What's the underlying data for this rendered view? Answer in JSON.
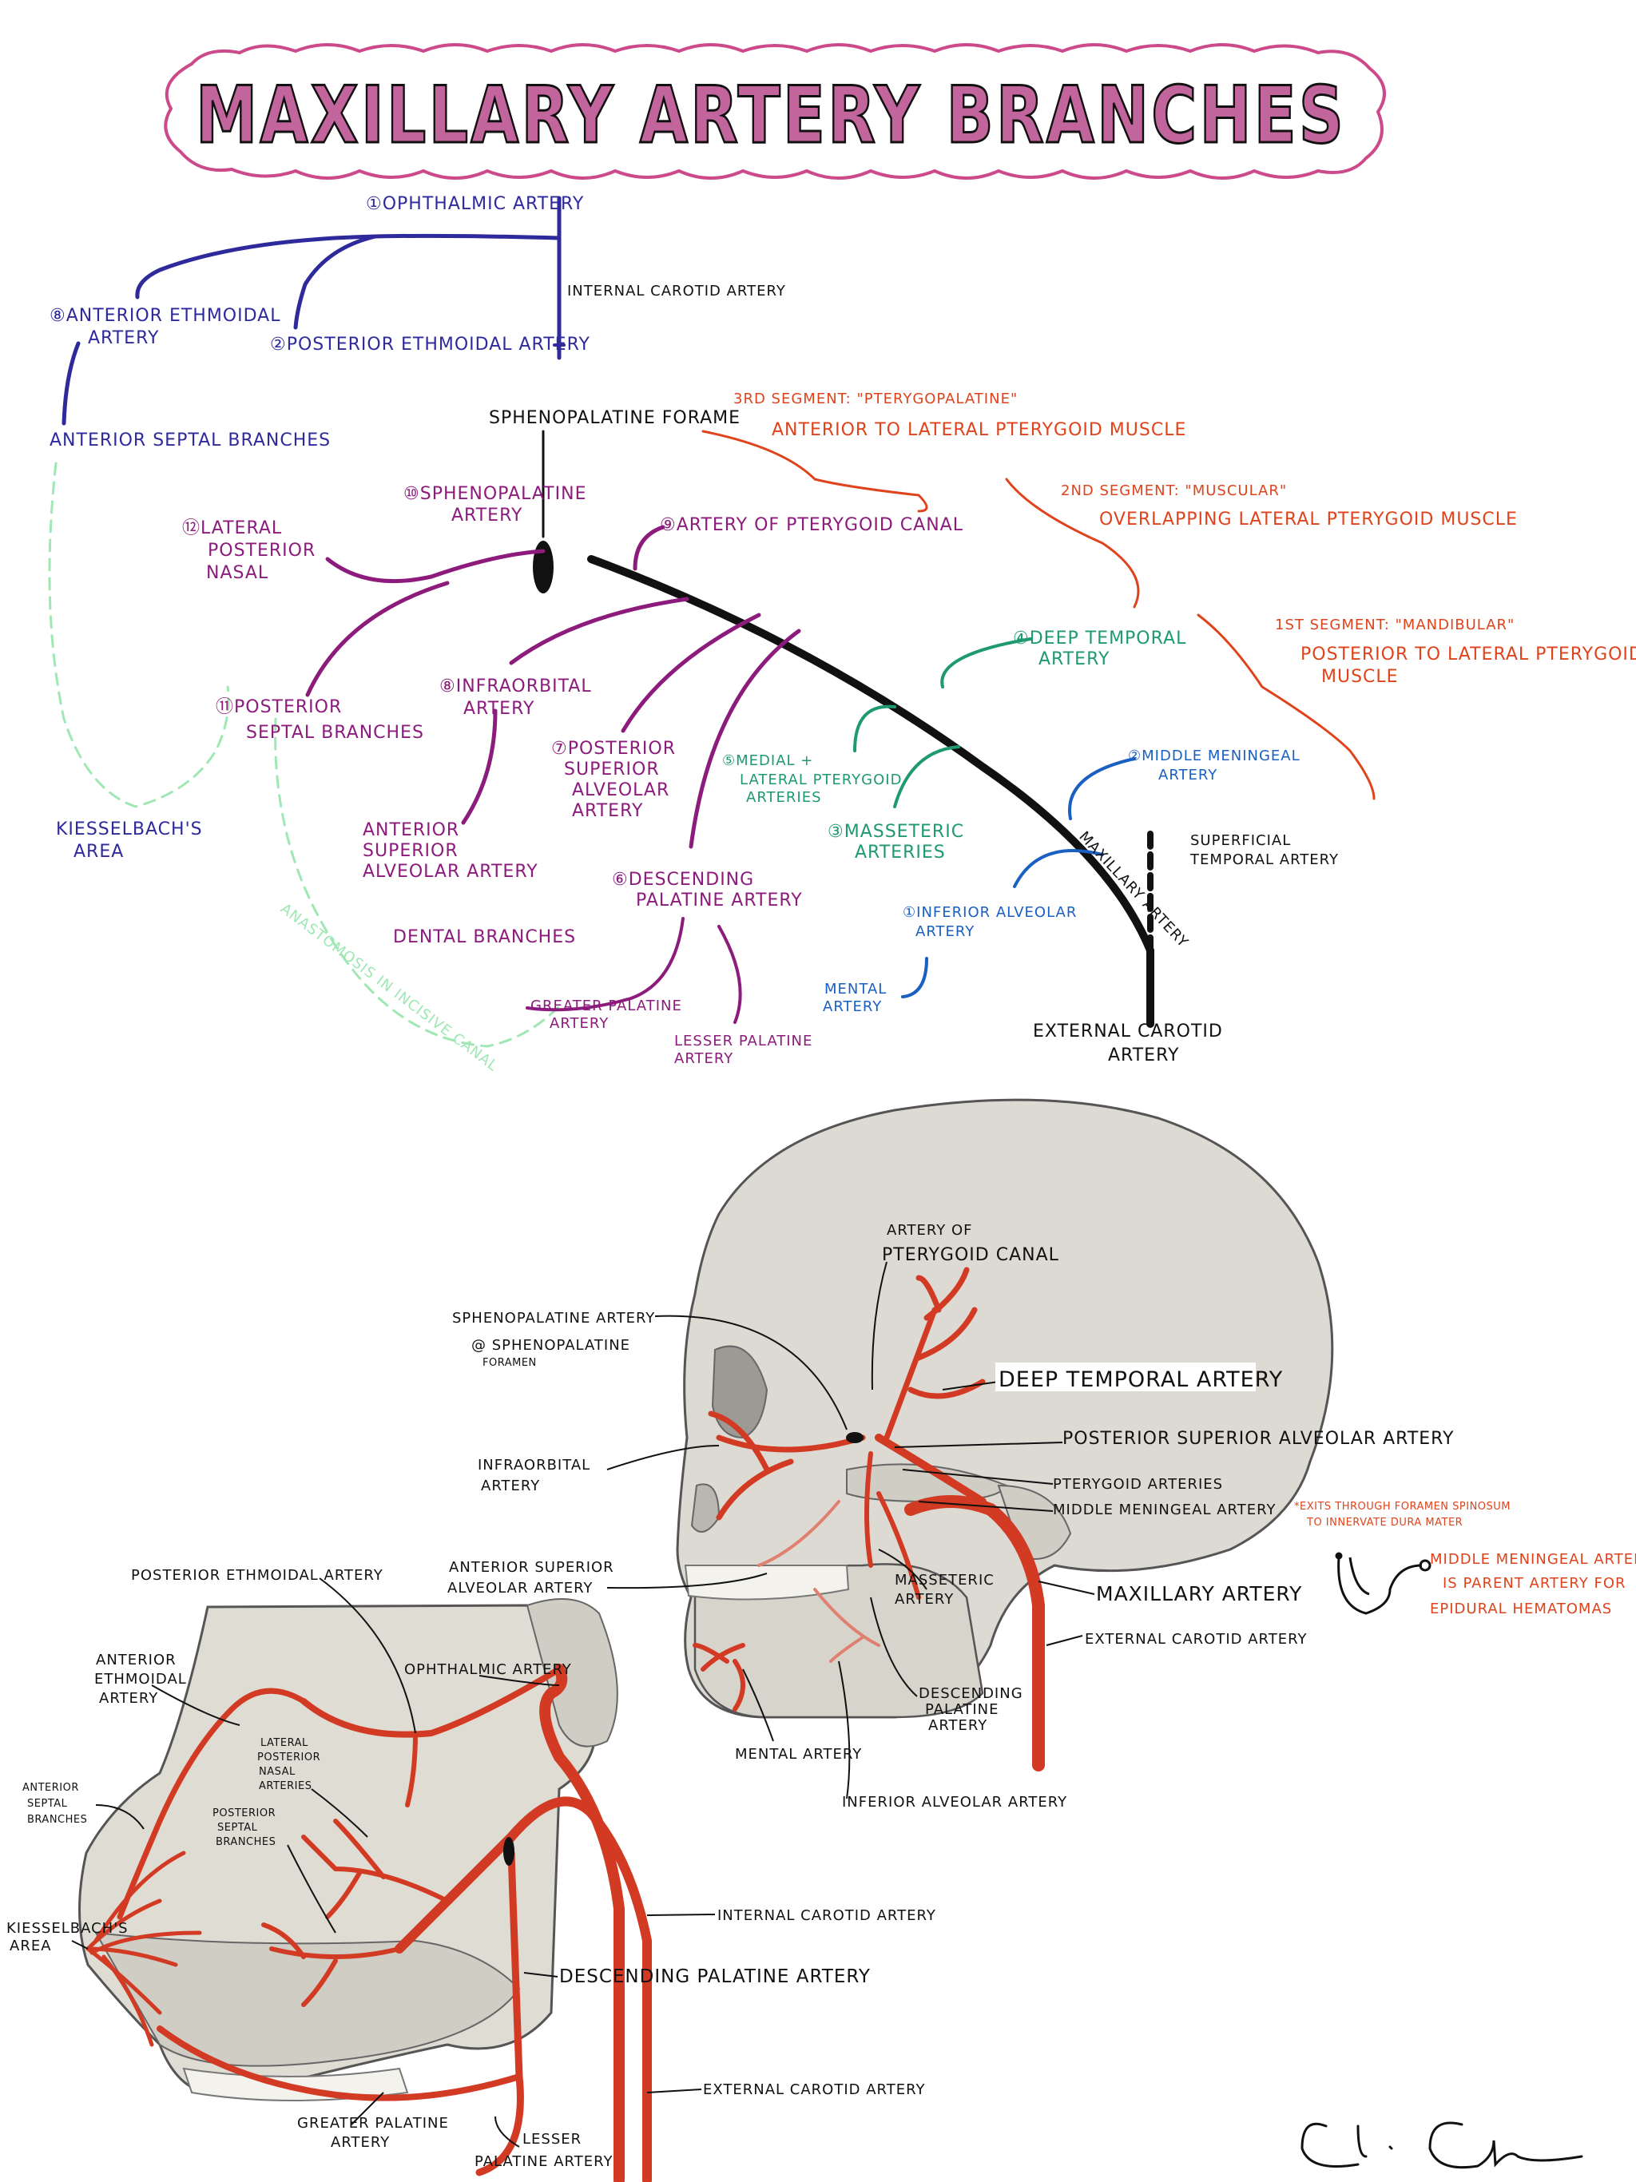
{
  "title": "MAXILLARY ARTERY BRANCHES",
  "colors": {
    "title_fill": "#c2659c",
    "title_outline": "#cc4a8a",
    "blue": "#2e2a9c",
    "purple": "#8c1b7c",
    "green": "#1f9a6e",
    "light_green": "#9fe8b4",
    "mid_blue": "#1a5fc2",
    "orange": "#e0431b",
    "artery": "#d33a23",
    "bone": "#dcdad2",
    "black": "#111111"
  },
  "diagram": {
    "ophthalmic": "①OPHTHALMIC ARTERY",
    "internal_carotid": "INTERNAL CAROTID ARTERY",
    "anterior_ethmoidal_1": "⑧ANTERIOR ETHMOIDAL",
    "anterior_ethmoidal_2": "ARTERY",
    "posterior_ethmoidal": "②POSTERIOR ETHMOIDAL ARTERY",
    "anterior_septal": "ANTERIOR SEPTAL BRANCHES",
    "sphenopalatine_foramen": "SPHENOPALATINE FORAME",
    "seg3_1": "3RD SEGMENT: \"PTERYGOPALATINE\"",
    "seg3_2": "ANTERIOR TO LATERAL PTERYGOID MUSCLE",
    "seg2_1": "2ND SEGMENT: \"MUSCULAR\"",
    "seg2_2": "OVERLAPPING LATERAL PTERYGOID MUSCLE",
    "seg1_1": "1ST SEGMENT: \"MANDIBULAR\"",
    "seg1_2": "POSTERIOR TO LATERAL PTERYGOID",
    "seg1_3": "MUSCLE",
    "sphenopalatine_1": "⑩SPHENOPALATINE",
    "sphenopalatine_2": "ARTERY",
    "lat_post_nasal_1": "⑫LATERAL",
    "lat_post_nasal_2": "POSTERIOR",
    "lat_post_nasal_3": "NASAL",
    "pterygoid_canal": "⑨ARTERY OF PTERYGOID CANAL",
    "deep_temporal_1": "④DEEP TEMPORAL",
    "deep_temporal_2": "ARTERY",
    "post_septal_1": "⑪POSTERIOR",
    "post_septal_2": "SEPTAL BRANCHES",
    "infraorbital_1": "⑧INFRAORBITAL",
    "infraorbital_2": "ARTERY",
    "psa_1": "⑦POSTERIOR",
    "psa_2": "SUPERIOR",
    "psa_3": "ALVEOLAR",
    "psa_4": "ARTERY",
    "medlat_1": "⑤MEDIAL +",
    "medlat_2": "LATERAL PTERYGOID",
    "medlat_3": "ARTERIES",
    "middle_meningeal_1": "②MIDDLE MENINGEAL",
    "middle_meningeal_2": "ARTERY",
    "masseteric_1": "③MASSETERIC",
    "masseteric_2": "ARTERIES",
    "maxillary_artery": "MAXILLARY ARTERY",
    "superficial_temporal_1": "SUPERFICIAL",
    "superficial_temporal_2": "TEMPORAL ARTERY",
    "kiesselbach_1": "KIESSELBACH'S",
    "kiesselbach_2": "AREA",
    "asa_1": "ANTERIOR",
    "asa_2": "SUPERIOR",
    "asa_3": "ALVEOLAR ARTERY",
    "dental": "DENTAL BRANCHES",
    "desc_pal_1": "⑥DESCENDING",
    "desc_pal_2": "PALATINE ARTERY",
    "inf_alv_1": "①INFERIOR ALVEOLAR",
    "inf_alv_2": "ARTERY",
    "anastomosis": "ANASTOMOSIS IN INCISIVE CANAL",
    "greater_pal_1": "GREATER PALATINE",
    "greater_pal_2": "ARTERY",
    "lesser_pal_1": "LESSER PALATINE",
    "lesser_pal_2": "ARTERY",
    "mental_1": "MENTAL",
    "mental_2": "ARTERY",
    "ext_carotid_1": "EXTERNAL CAROTID",
    "ext_carotid_2": "ARTERY"
  },
  "skull": {
    "pterygoid_canal_1": "ARTERY OF",
    "pterygoid_canal_2": "PTERYGOID CANAL",
    "sphenopalatine_1": "SPHENOPALATINE ARTERY",
    "sphenopalatine_2": "@ SPHENOPALATINE",
    "sphenopalatine_3": "FORAMEN",
    "deep_temporal": "DEEP TEMPORAL ARTERY",
    "psa": "POSTERIOR SUPERIOR ALVEOLAR ARTERY",
    "infraorbital_1": "INFRAORBITAL",
    "infraorbital_2": "ARTERY",
    "pterygoid_arteries": "PTERYGOID ARTERIES",
    "middle_meningeal": "MIDDLE MENINGEAL ARTERY",
    "note_1": "*EXITS THROUGH FORAMEN SPINOSUM",
    "note_2": "TO INNERVATE DURA MATER",
    "clinical_1": "MIDDLE MENINGEAL ARTERY",
    "clinical_2": "IS PARENT ARTERY FOR",
    "clinical_3": "EPIDURAL HEMATOMAS",
    "asa_1": "ANTERIOR SUPERIOR",
    "asa_2": "ALVEOLAR ARTERY",
    "masseteric_1": "MASSETERIC",
    "masseteric_2": "ARTERY",
    "maxillary": "MAXILLARY ARTERY",
    "external_carotid": "EXTERNAL CAROTID ARTERY",
    "descending_1": "DESCENDING",
    "descending_2": "PALATINE",
    "descending_3": "ARTERY",
    "mental": "MENTAL ARTERY",
    "inferior_alveolar": "INFERIOR ALVEOLAR ARTERY"
  },
  "nasal": {
    "posterior_ethmoidal": "POSTERIOR ETHMOIDAL ARTERY",
    "anterior_ethmoidal_1": "ANTERIOR",
    "anterior_ethmoidal_2": "ETHMOIDAL",
    "anterior_ethmoidal_3": "ARTERY",
    "ophthalmic": "OPHTHALMIC ARTERY",
    "lat_post_nasal_1": "LATERAL",
    "lat_post_nasal_2": "POSTERIOR",
    "lat_post_nasal_3": "NASAL",
    "lat_post_nasal_4": "ARTERIES",
    "anterior_septal_1": "ANTERIOR",
    "anterior_septal_2": "SEPTAL",
    "anterior_septal_3": "BRANCHES",
    "post_septal_1": "POSTERIOR",
    "post_septal_2": "SEPTAL",
    "post_septal_3": "BRANCHES",
    "kiesselbach_1": "KIESSELBACH'S",
    "kiesselbach_2": "AREA",
    "internal_carotid": "INTERNAL CAROTID ARTERY",
    "descending_palatine": "DESCENDING PALATINE ARTERY",
    "external_carotid": "EXTERNAL CAROTID ARTERY",
    "greater_palatine_1": "GREATER PALATINE",
    "greater_palatine_2": "ARTERY",
    "lesser_palatine_1": "LESSER",
    "lesser_palatine_2": "PALATINE ARTERY"
  }
}
